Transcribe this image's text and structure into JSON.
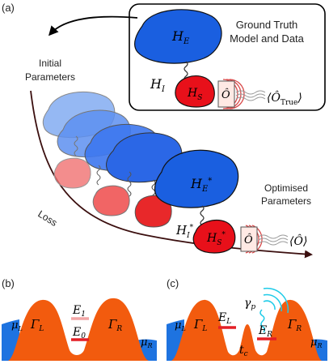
{
  "panel_labels": {
    "a": "(a)",
    "b": "(b)",
    "c": "(c)"
  },
  "ground_truth": {
    "title_line1": "Ground Truth",
    "title_line2": "Model and Data",
    "env_main": "H",
    "env_sub": "E",
    "coupling_main": "H",
    "coupling_sub": "I",
    "sys_main": "H",
    "sys_sub": "S",
    "observable": "Ô",
    "expectation_open": "⟨",
    "expectation_op": "Ô",
    "expectation_sub": "True",
    "expectation_close": "⟩"
  },
  "optimisation": {
    "initial_line1": "Initial",
    "initial_line2": "Parameters",
    "optimised_line1": "Optimised",
    "optimised_line2": "Parameters",
    "loss_label": "Loss",
    "env_main": "H",
    "env_sub": "E",
    "env_star": "*",
    "coupling_main": "H",
    "coupling_sub": "I",
    "coupling_star": "*",
    "sys_main": "H",
    "sys_sub": "S",
    "sys_star": "*",
    "observable": "Ô",
    "expectation": "⟨Ô⟩"
  },
  "panel_b": {
    "mu_left_main": "μ",
    "mu_left_sub": "L",
    "mu_right_main": "μ",
    "mu_right_sub": "R",
    "gamma_left_main": "Γ",
    "gamma_left_sub": "L",
    "gamma_right_main": "Γ",
    "gamma_right_sub": "R",
    "e1_main": "E",
    "e1_sub": "1",
    "e0_main": "E",
    "e0_sub": "0"
  },
  "panel_c": {
    "mu_left_main": "μ",
    "mu_left_sub": "L",
    "mu_right_main": "μ",
    "mu_right_sub": "R",
    "gamma_left_main": "Γ",
    "gamma_left_sub": "L",
    "gamma_right_main": "Γ",
    "gamma_right_sub": "R",
    "el_main": "E",
    "el_sub": "L",
    "er_main": "E",
    "er_sub": "R",
    "tc_main": "t",
    "tc_sub": "c",
    "gp_main": "γ",
    "gp_sub": "p"
  },
  "colors": {
    "env_blue": "#1a5fe0",
    "sys_red": "#e8101a",
    "lead_blue": "#1e73e0",
    "barrier_orange": "#f25b0e",
    "level_red": "#e41f26",
    "photon_cyan": "#1ecbe8",
    "dark_arrow": "#3b0f0f"
  }
}
